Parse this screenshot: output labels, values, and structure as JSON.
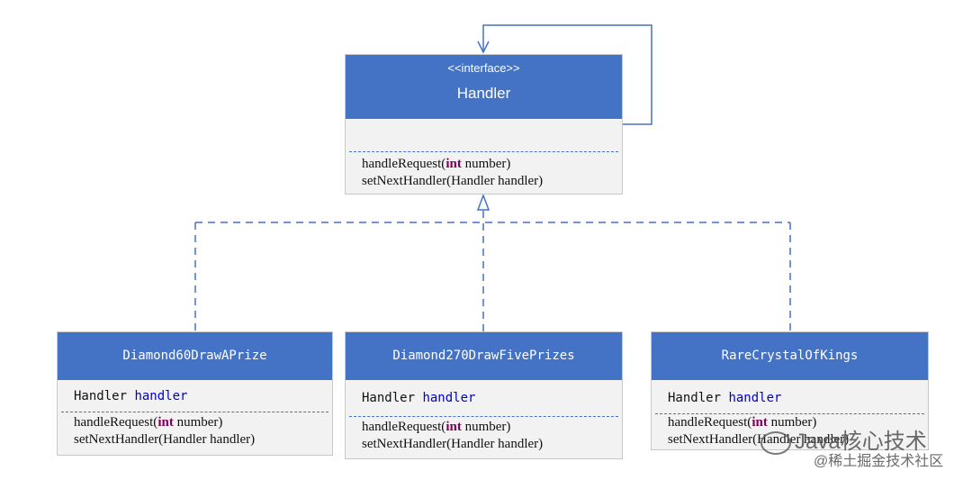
{
  "interface": {
    "stereotype": "<<interface>>",
    "name": "Handler",
    "methods": [
      {
        "pre": "handleRequest(",
        "kw": "int",
        "post": " number)"
      },
      {
        "text": "setNextHandler(Handler handler)"
      }
    ]
  },
  "classes": [
    {
      "name": "Diamond60DrawAPrize",
      "field_type": "Handler",
      "field_name": "handler",
      "methods": [
        {
          "pre": "handleRequest(",
          "kw": "int",
          "post": " number)"
        },
        {
          "text": "setNextHandler(Handler handler)"
        }
      ]
    },
    {
      "name": "Diamond270DrawFivePrizes",
      "field_type": "Handler",
      "field_name": "handler",
      "methods": [
        {
          "pre": "handleRequest(",
          "kw": "int",
          "post": " number)"
        },
        {
          "text": "setNextHandler(Handler handler)"
        }
      ]
    },
    {
      "name": "RareCrystalOfKings",
      "field_type": "Handler",
      "field_name": "handler",
      "methods": [
        {
          "pre": "handleRequest(",
          "kw": "int",
          "post": " number)"
        },
        {
          "text": "setNextHandler(Handler handler)"
        }
      ]
    }
  ],
  "watermark": {
    "brand": "Java核心技术",
    "community": "@稀土掘金技术社区"
  },
  "colors": {
    "header": "#4472c4",
    "connector": "#4472c4",
    "keyword": "#7f0055",
    "field_name": "#0000c0"
  }
}
